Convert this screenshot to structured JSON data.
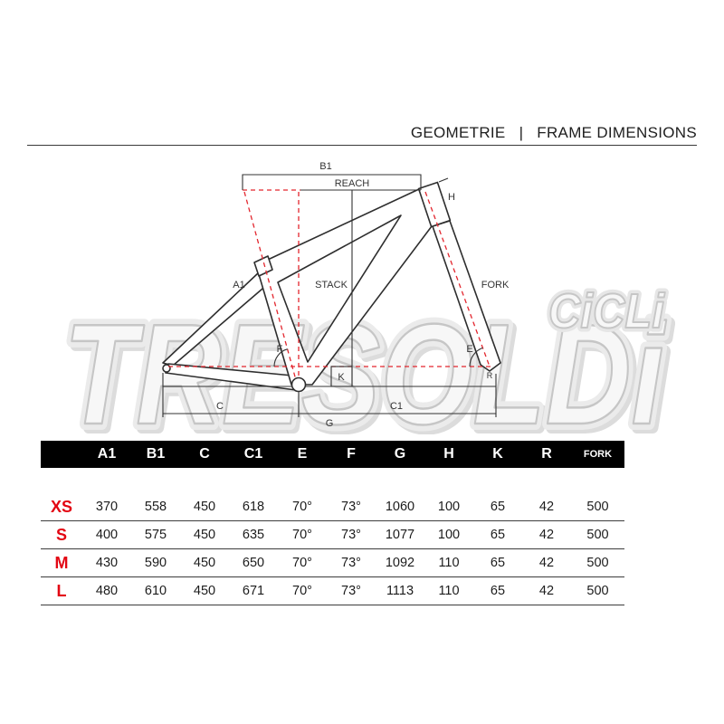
{
  "header": {
    "title_left": "GEOMETRIE",
    "separator": "|",
    "title_right": "FRAME DIMENSIONS"
  },
  "watermark": {
    "main": "TRESOLDi",
    "sub": "CiCLi"
  },
  "diagram": {
    "labels": {
      "b1": "B1",
      "reach": "REACH",
      "h": "H",
      "a1": "A1",
      "stack": "STACK",
      "fork": "FORK",
      "f": "F",
      "e": "E",
      "k": "K",
      "r": "R",
      "c": "C",
      "c1": "C1",
      "g": "G"
    }
  },
  "colors": {
    "size_label": "#e30613",
    "dimension_dashed": "#e3262e",
    "header_bar": "#000000",
    "header_bar_text": "#ffffff"
  },
  "table": {
    "columns": [
      "A1",
      "B1",
      "C",
      "C1",
      "E",
      "F",
      "G",
      "H",
      "K",
      "R",
      "FORK"
    ],
    "rows": [
      {
        "size": "XS",
        "values": [
          "370",
          "558",
          "450",
          "618",
          "70°",
          "73°",
          "1060",
          "100",
          "65",
          "42",
          "500"
        ]
      },
      {
        "size": "S",
        "values": [
          "400",
          "575",
          "450",
          "635",
          "70°",
          "73°",
          "1077",
          "100",
          "65",
          "42",
          "500"
        ]
      },
      {
        "size": "M",
        "values": [
          "430",
          "590",
          "450",
          "650",
          "70°",
          "73°",
          "1092",
          "110",
          "65",
          "42",
          "500"
        ]
      },
      {
        "size": "L",
        "values": [
          "480",
          "610",
          "450",
          "671",
          "70°",
          "73°",
          "1113",
          "110",
          "65",
          "42",
          "500"
        ]
      }
    ]
  }
}
